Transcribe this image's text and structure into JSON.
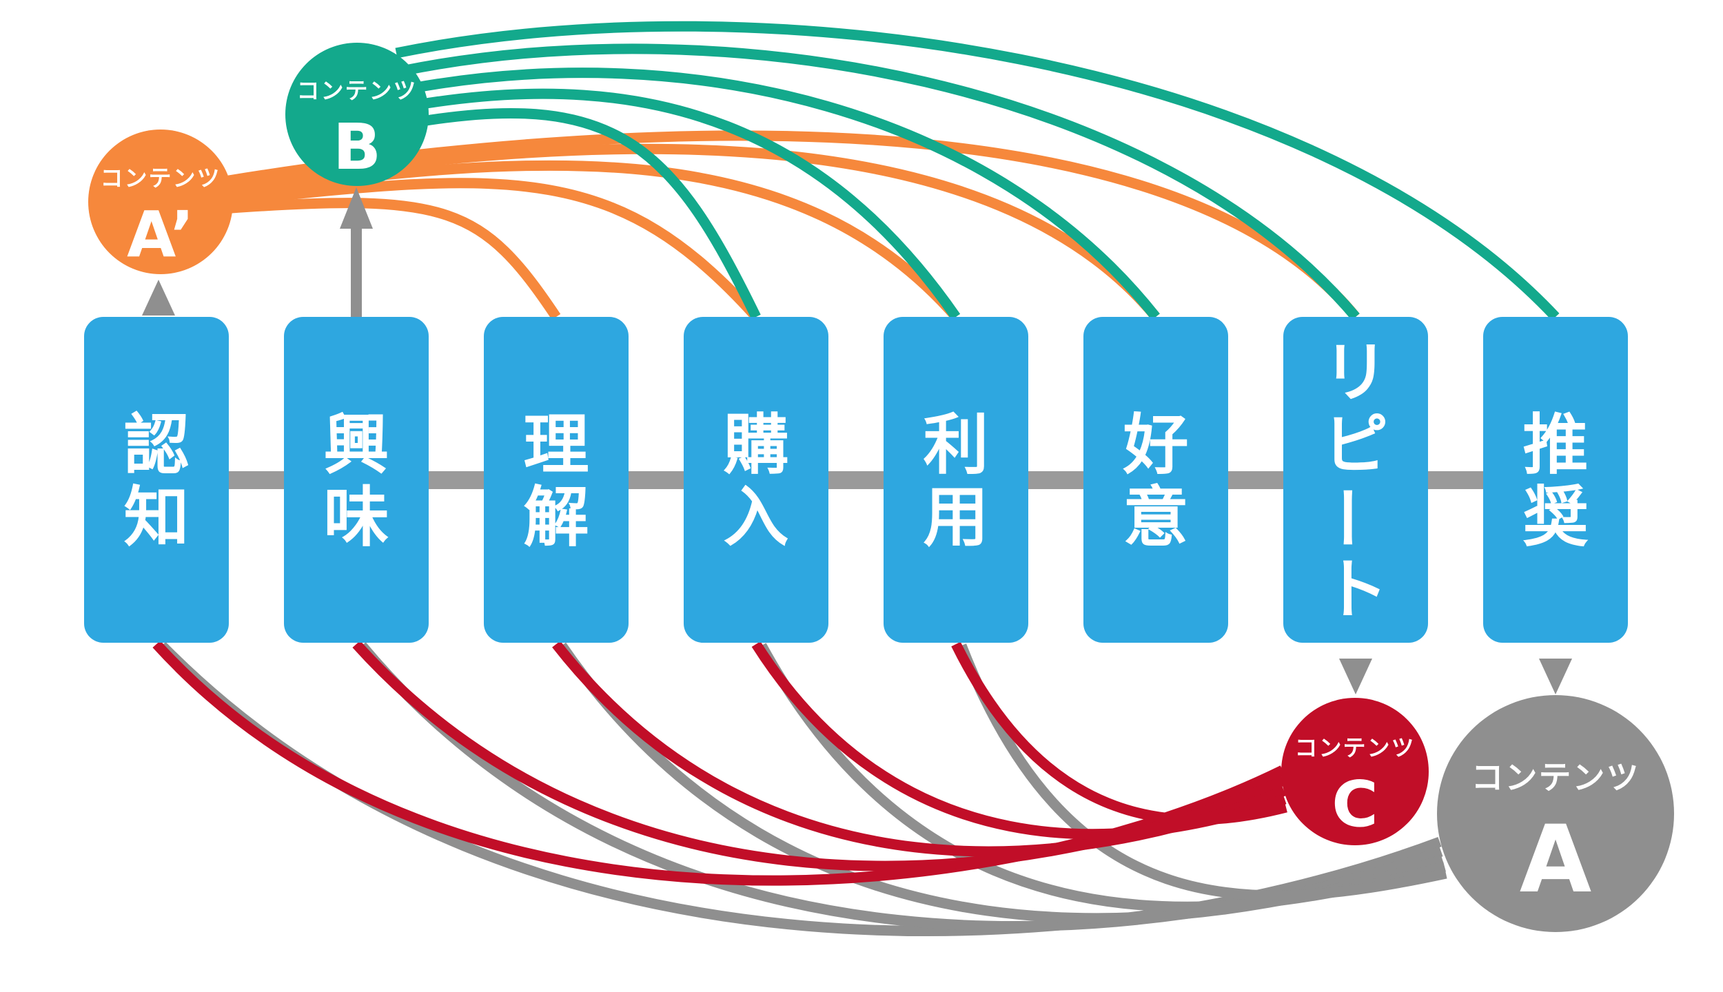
{
  "colors": {
    "stage_blue": "#2EA7E0",
    "content_green": "#13A98C",
    "content_orange": "#F6883C",
    "content_red": "#C10E28",
    "content_gray": "#8F8F8F",
    "axis_gray": "#9A9A9A",
    "arrow_gray": "#8F8F8F",
    "text_white": "#FFFFFF",
    "background": "#FFFFFF"
  },
  "funnel": {
    "stages": [
      {
        "label": "認知"
      },
      {
        "label": "興味"
      },
      {
        "label": "理解"
      },
      {
        "label": "購入"
      },
      {
        "label": "利用"
      },
      {
        "label": "好意"
      },
      {
        "label": "リピート"
      },
      {
        "label": "推奨"
      }
    ]
  },
  "contents": [
    {
      "id": "A_PRIME",
      "tag": "コンテンツ",
      "letter": "A’",
      "color": "#F6883C",
      "linked_stage": "認知",
      "placement": "above"
    },
    {
      "id": "B",
      "tag": "コンテンツ",
      "letter": "B",
      "color": "#13A98C",
      "linked_stage": "興味",
      "placement": "above"
    },
    {
      "id": "C",
      "tag": "コンテンツ",
      "letter": "C",
      "color": "#C10E28",
      "linked_stage": "リピート",
      "placement": "below"
    },
    {
      "id": "A",
      "tag": "コンテンツ",
      "letter": "A",
      "color": "#8F8F8F",
      "linked_stage": "推奨",
      "placement": "below"
    }
  ],
  "arrows": [
    {
      "from_stage": "認知",
      "to_content": "A_PRIME"
    },
    {
      "from_stage": "興味",
      "to_content": "B"
    },
    {
      "from_stage": "リピート",
      "to_content": "C"
    },
    {
      "from_stage": "推奨",
      "to_content": "A"
    }
  ],
  "curves": [
    {
      "content": "A",
      "color": "#8F8F8F",
      "stages": [
        "認知",
        "興味",
        "理解",
        "購入",
        "利用"
      ]
    },
    {
      "content": "C",
      "color": "#C10E28",
      "stages": [
        "認知",
        "興味",
        "理解",
        "購入",
        "利用"
      ]
    },
    {
      "content": "A_PRIME",
      "color": "#F6883C",
      "stages": [
        "理解",
        "購入",
        "利用",
        "好意",
        "リピート"
      ]
    },
    {
      "content": "B",
      "color": "#13A98C",
      "stages": [
        "購入",
        "利用",
        "好意",
        "リピート",
        "推奨"
      ]
    }
  ]
}
